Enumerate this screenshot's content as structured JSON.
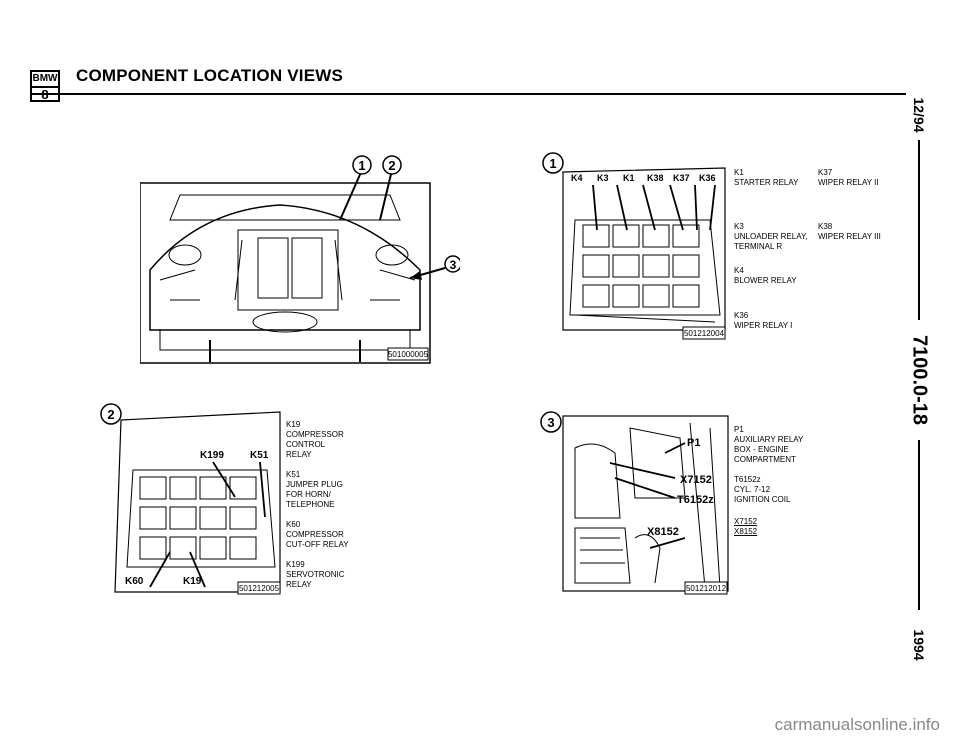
{
  "header": {
    "logo_top": "BMW",
    "logo_bottom": "8",
    "title": "COMPONENT LOCATION VIEWS"
  },
  "side": {
    "date": "12/94",
    "page": "7100.0-18",
    "year": "1994"
  },
  "fig_main": {
    "callouts": [
      "1",
      "2",
      "3"
    ],
    "code": "501000005"
  },
  "fig1": {
    "number": "1",
    "labels": [
      "K4",
      "K3",
      "K1",
      "K38",
      "K37",
      "K36"
    ],
    "code": "501212004",
    "captions_left": [
      {
        "id": "K1",
        "lines": [
          "STARTER RELAY"
        ]
      },
      {
        "id": "K3",
        "lines": [
          "UNLOADER RELAY,",
          "TERMINAL R"
        ]
      },
      {
        "id": "K4",
        "lines": [
          "BLOWER RELAY"
        ]
      },
      {
        "id": "K36",
        "lines": [
          "WIPER RELAY I"
        ]
      }
    ],
    "captions_right": [
      {
        "id": "K37",
        "lines": [
          "WIPER RELAY II"
        ]
      },
      {
        "id": "K38",
        "lines": [
          "WIPER RELAY III"
        ]
      }
    ]
  },
  "fig2": {
    "number": "2",
    "labels": [
      "K199",
      "K51",
      "K60",
      "K19"
    ],
    "code": "501212005",
    "captions": [
      {
        "id": "K19",
        "lines": [
          "COMPRESSOR",
          "CONTROL",
          "RELAY"
        ]
      },
      {
        "id": "K51",
        "lines": [
          "JUMPER PLUG",
          "FOR HORN/",
          "TELEPHONE"
        ]
      },
      {
        "id": "K60",
        "lines": [
          "COMPRESSOR",
          "CUT-OFF RELAY"
        ]
      },
      {
        "id": "K199",
        "lines": [
          "SERVOTRONIC",
          "RELAY"
        ]
      }
    ]
  },
  "fig3": {
    "number": "3",
    "labels": [
      "P1",
      "X7152",
      "T6152z",
      "X8152"
    ],
    "code": "501212012",
    "captions": [
      {
        "id": "P1",
        "lines": [
          "AUXILIARY RELAY",
          "BOX - ENGINE",
          "COMPARTMENT"
        ]
      },
      {
        "id": "T6152z",
        "lines": [
          "CYL. 7-12",
          "IGNITION COIL"
        ]
      }
    ],
    "underlined": [
      "X7152",
      "X8152"
    ]
  },
  "footer": {
    "text": "carmanualsonline.info"
  }
}
